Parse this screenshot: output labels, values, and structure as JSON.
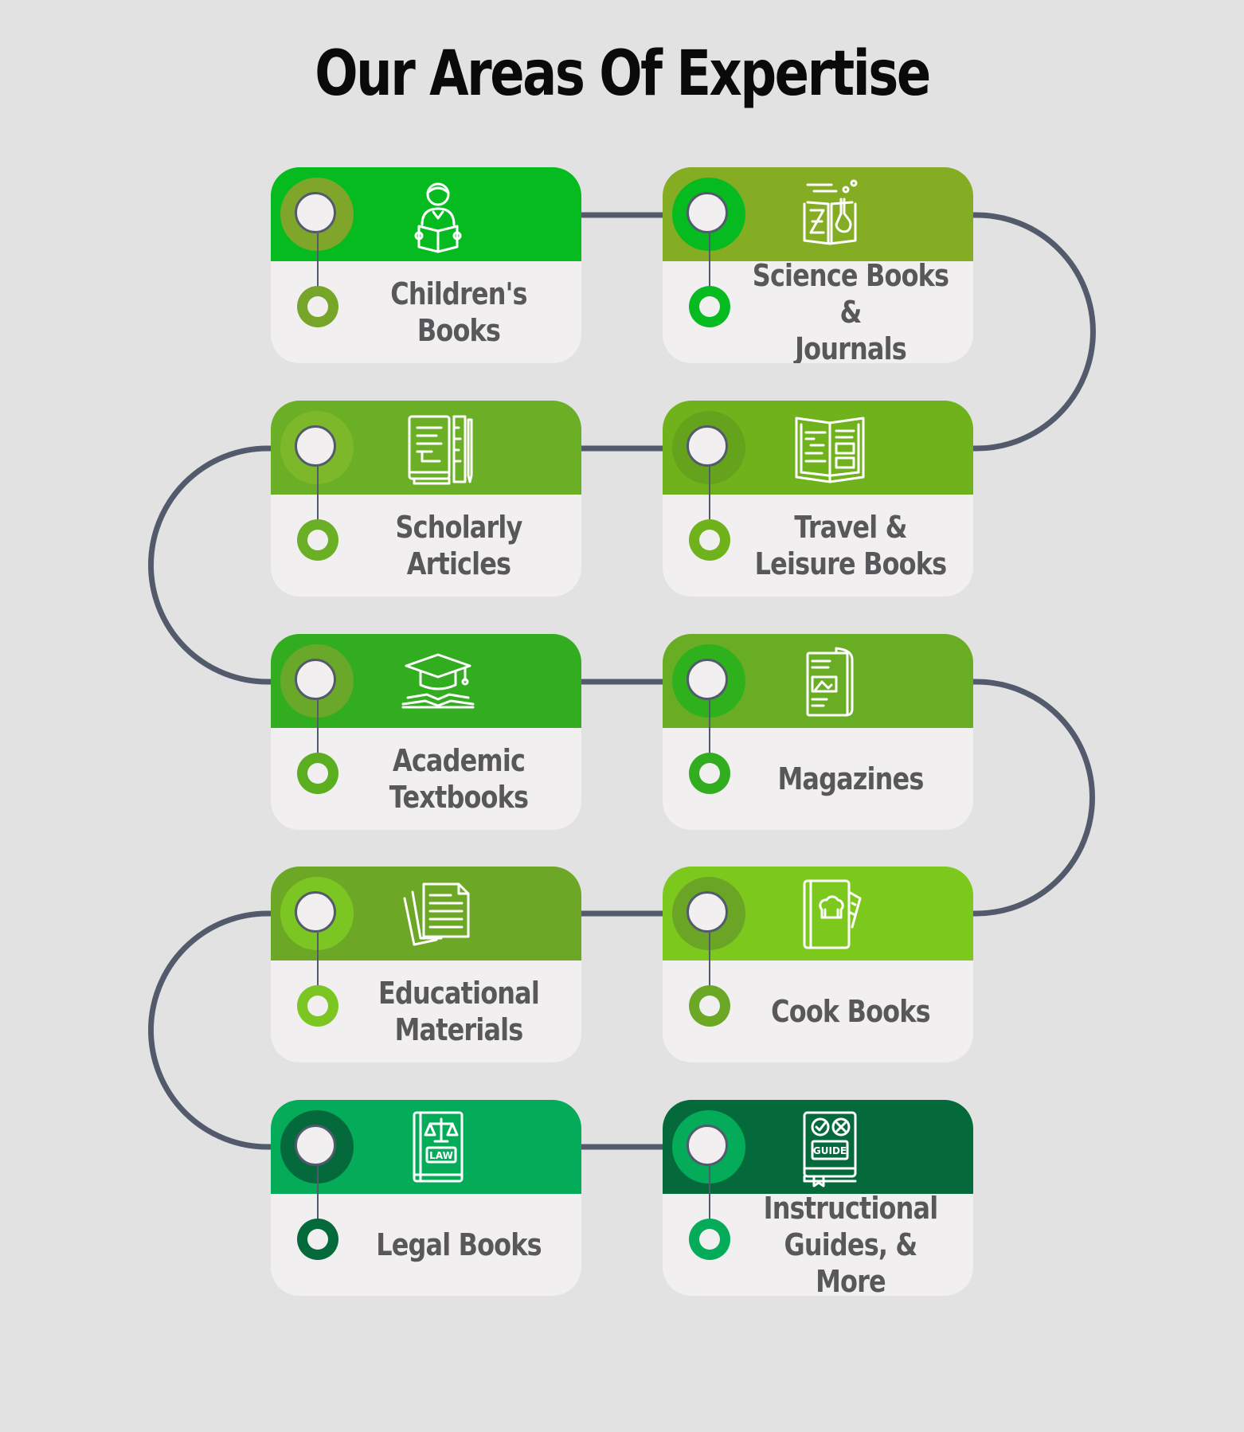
{
  "title": "Our Areas Of Expertise",
  "colors": {
    "background": "#e2e2e2",
    "card_body": "#f1efef",
    "connector": "#525a6c",
    "text": "#58585b"
  },
  "items": [
    {
      "label": "Children's\nBooks",
      "icon": "child-reading-icon",
      "color": "#06bb1f",
      "ring": "#7fa62a",
      "node": "#76a52a"
    },
    {
      "label": "Science Books &\nJournals",
      "icon": "science-book-icon",
      "color": "#84ad24",
      "ring": "#06bb1f",
      "node": "#06bb1f"
    },
    {
      "label": "Scholarly\nArticles",
      "icon": "book-ruler-icon",
      "color": "#6aaf25",
      "ring": "#7db82a",
      "node": "#6aaf25"
    },
    {
      "label": "Travel &\nLeisure Books",
      "icon": "travel-book-icon",
      "color": "#6fb21c",
      "ring": "#65a31c",
      "node": "#6fb21c"
    },
    {
      "label": "Academic\nTextbooks",
      "icon": "graduation-cap-icon",
      "color": "#33ad20",
      "ring": "#6aa82a",
      "node": "#5aae20"
    },
    {
      "label": "Magazines",
      "icon": "magazine-icon",
      "color": "#69ad24",
      "ring": "#2fb11d",
      "node": "#33ad20"
    },
    {
      "label": "Educational\nMaterials",
      "icon": "documents-icon",
      "color": "#6ca825",
      "ring": "#7cc623",
      "node": "#7cc623"
    },
    {
      "label": "Cook Books",
      "icon": "chef-hat-book-icon",
      "color": "#7dc81c",
      "ring": "#6ba525",
      "node": "#6ca825"
    },
    {
      "label": "Legal Books",
      "icon": "law-book-icon",
      "color": "#04ac5a",
      "ring": "#056a3b",
      "node": "#056a3b"
    },
    {
      "label": "Instructional\nGuides, & More",
      "icon": "guide-book-icon",
      "color": "#056a3b",
      "ring": "#04ac5a",
      "node": "#04ac5a"
    }
  ]
}
